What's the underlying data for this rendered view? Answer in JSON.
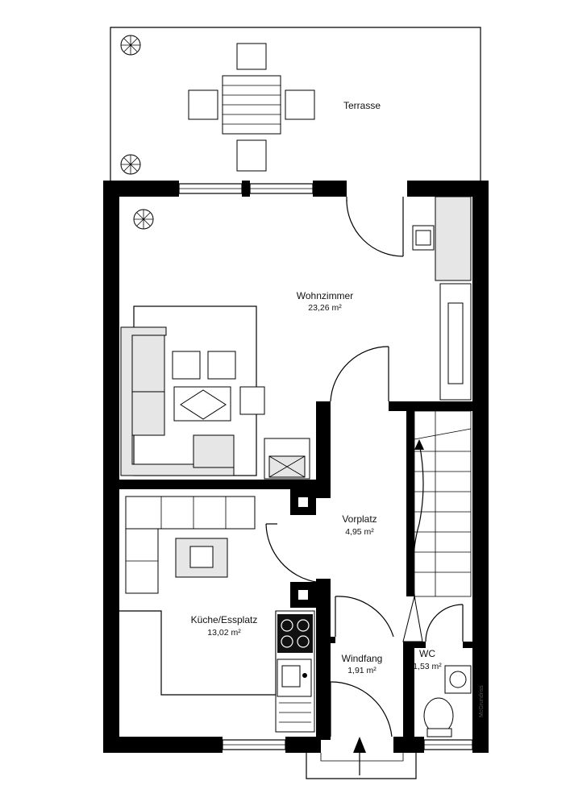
{
  "rooms": {
    "terrasse": {
      "name": "Terrasse",
      "area": ""
    },
    "wohnzimmer": {
      "name": "Wohnzimmer",
      "area": "23,26 m²"
    },
    "vorplatz": {
      "name": "Vorplatz",
      "area": "4,95 m²"
    },
    "kueche": {
      "name": "Küche/Essplatz",
      "area": "13,02 m²"
    },
    "windfang": {
      "name": "Windfang",
      "area": "1,91 m²"
    },
    "wc": {
      "name": "WC",
      "area": "1,53 m²"
    }
  },
  "watermark": "McGrundriss",
  "colors": {
    "wall": "#000000",
    "background": "#ffffff",
    "furniture_fill": "#e6e6e6"
  },
  "icons": [
    "plant-icon",
    "entrance-arrow-icon",
    "stove-icon",
    "sink-icon",
    "toilet-icon",
    "washbasin-icon"
  ]
}
